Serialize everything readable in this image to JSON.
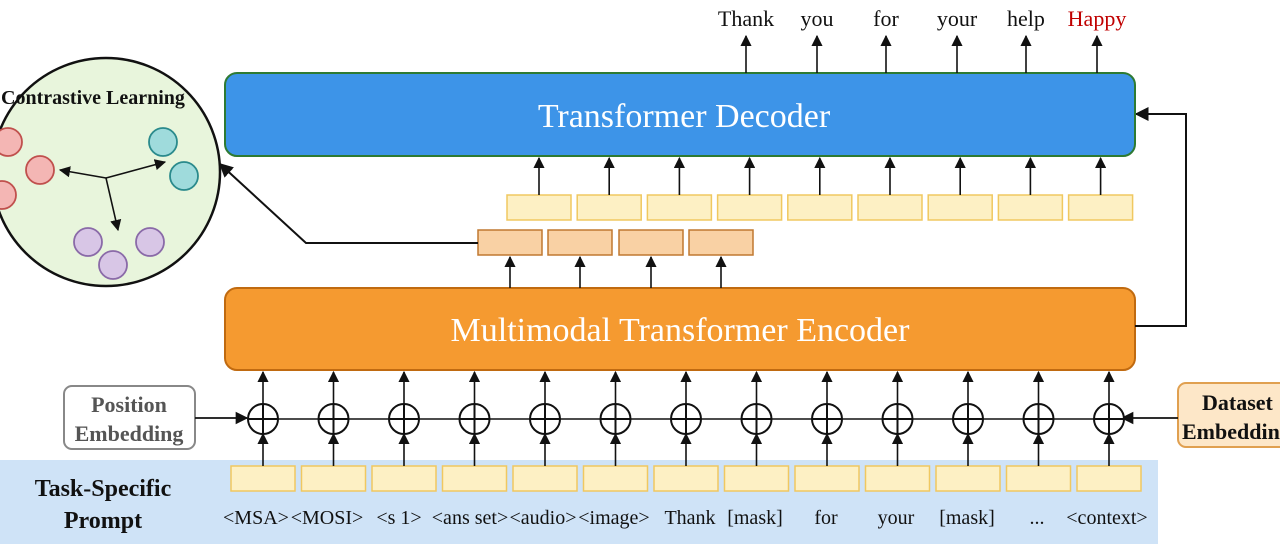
{
  "decoder": {
    "label": "Transformer Decoder"
  },
  "encoder": {
    "label": "Multimodal Transformer Encoder"
  },
  "contrastive": {
    "label": "Contrastive Learning"
  },
  "position_embedding": {
    "label_line1": "Position",
    "label_line2": "Embedding"
  },
  "dataset_embedding": {
    "label_line1": "Dataset",
    "label_line2": "Embedding"
  },
  "prompt": {
    "label_line1": "Task-Specific",
    "label_line2": "Prompt"
  },
  "output_tokens": [
    {
      "text": "Thank",
      "highlight": false
    },
    {
      "text": "you",
      "highlight": false
    },
    {
      "text": "for",
      "highlight": false
    },
    {
      "text": "your",
      "highlight": false
    },
    {
      "text": "help",
      "highlight": false
    },
    {
      "text": "Happy",
      "highlight": true
    }
  ],
  "input_tokens": [
    "<MSA>",
    "<MOSI>",
    "<s 1>",
    "<ans set>",
    "<audio>",
    "<image>",
    "Thank",
    "[mask]",
    "for",
    "your",
    "[mask]",
    "...",
    "<context>"
  ],
  "colors": {
    "decoder_fill": "#3d94e8",
    "encoder_fill": "#f59a30",
    "prompt_band": "#cfe3f7",
    "token_box": "#fdf0c4",
    "encoder_output_box": "#f9d1a4",
    "contrastive_circle": "#e8f5dc",
    "red_points": "#f4b6b4",
    "teal_points": "#9fdbdc",
    "purple_points": "#d8c6e6",
    "highlight_text": "#c00000",
    "dataset_box": "#fde7c8"
  }
}
